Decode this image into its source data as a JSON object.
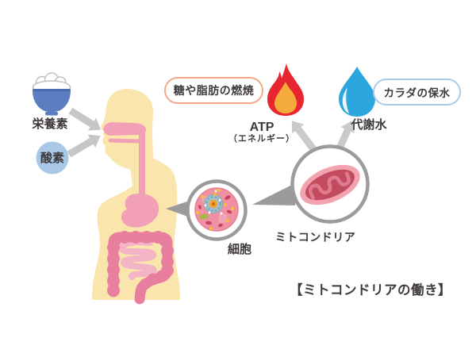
{
  "diagram": {
    "title": "【ミトコンドリアの働き】",
    "inputs": {
      "nutrients": {
        "label": "栄養素",
        "icon": "rice-bowl-icon"
      },
      "oxygen": {
        "label": "酸素",
        "icon": "oxygen-circle-icon"
      }
    },
    "cell": {
      "label": "細胞",
      "icon": "cell-icon"
    },
    "mitochondria": {
      "label": "ミトコンドリア",
      "icon": "mitochondrion-icon"
    },
    "outputs": {
      "energy": {
        "label": "ATP",
        "sublabel": "（エネルギー）",
        "callout": "糖や脂肪の燃焼",
        "icon": "flame-icon"
      },
      "water": {
        "label": "代謝水",
        "callout": "カラダの保水",
        "icon": "water-drop-icon"
      }
    },
    "colors": {
      "body_skin": "#FAE5AC",
      "digestive_pink": "#F2A0B6",
      "colon_pink": "#E87F9F",
      "small_intestine_pink": "#F3B4C6",
      "cell_pink": "#F091A3",
      "mito_outer_pink": "#F2A3B0",
      "mito_inner_red": "#C24B5F",
      "flame_red": "#E7262F",
      "flame_orange": "#F6AC3D",
      "water_blue": "#2BA7DE",
      "bowl_blue": "#5C7EC0",
      "oxygen_blue": "#ABC7E8",
      "callout_energy_border": "#F2A98A",
      "callout_water_border": "#A9CBE8",
      "arrow_gray": "#C6C6C6",
      "ring_gray": "#9B9B9B",
      "text": "#3E3A39"
    }
  }
}
